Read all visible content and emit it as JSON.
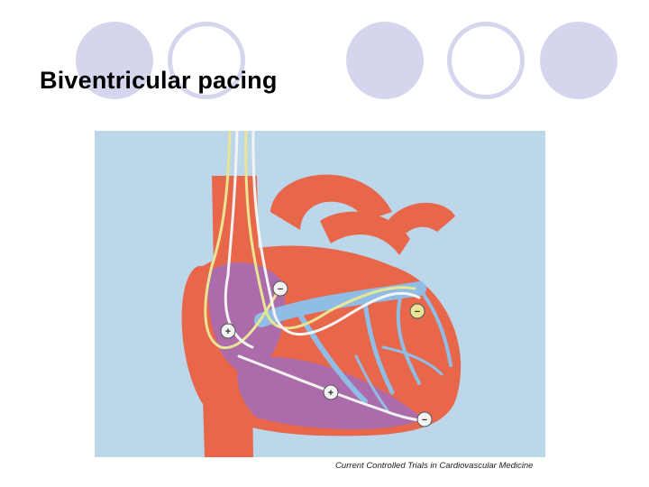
{
  "slide": {
    "title": "Biventricular pacing",
    "caption": "Current Controlled Trials in Cardiovascular Medicine"
  },
  "figure": {
    "subject": "heart",
    "electrode_signs": {
      "right_atrium_upper": "−",
      "right_atrium_lower": "+",
      "left_ventricle": "−",
      "septum": "+",
      "apex": "−"
    }
  },
  "colors": {
    "decor_circle": "#d5d5ee",
    "figure_background": "#bcd6ea",
    "heart": "#e8674a",
    "chamber": "#a96cb0",
    "vessels": "#8fbde6",
    "lead_yellow": "#e9e596",
    "lead_white": "#f4f4f4"
  }
}
